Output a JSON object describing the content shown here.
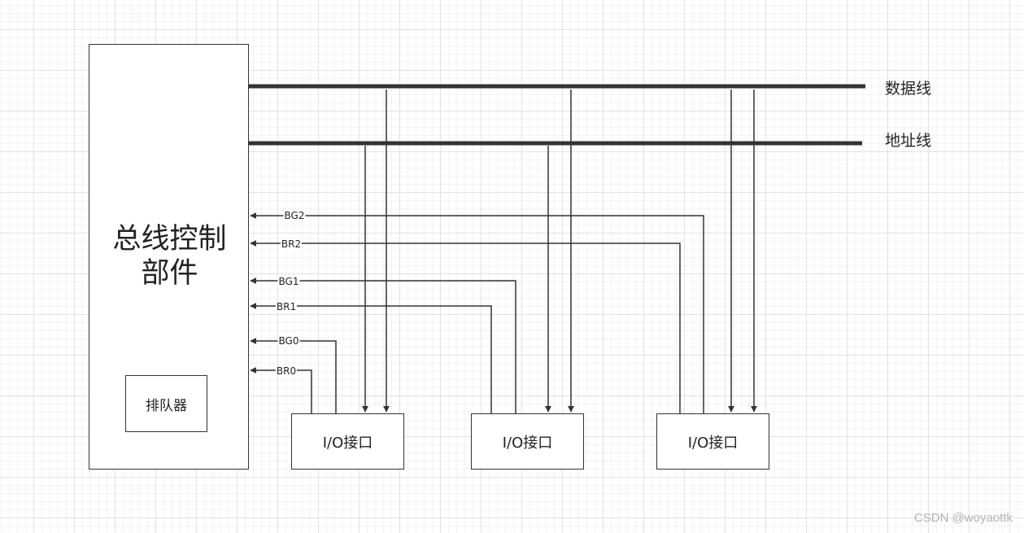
{
  "diagram": {
    "controller": {
      "line1": "总线控制",
      "line2": "部件",
      "arbiter": "排队器"
    },
    "buses": {
      "data": "数据线",
      "address": "地址线"
    },
    "io_interfaces": [
      "I/O接口",
      "I/O接口",
      "I/O接口"
    ],
    "signals": [
      {
        "id": "bg2",
        "label": "BG2"
      },
      {
        "id": "br2",
        "label": "BR2"
      },
      {
        "id": "bg1",
        "label": "BG1"
      },
      {
        "id": "br1",
        "label": "BR1"
      },
      {
        "id": "bg0",
        "label": "BG0"
      },
      {
        "id": "br0",
        "label": "BR0"
      }
    ],
    "colors": {
      "line": "#333333",
      "text": "#222222"
    }
  },
  "watermark": "CSDN @woyaottk"
}
